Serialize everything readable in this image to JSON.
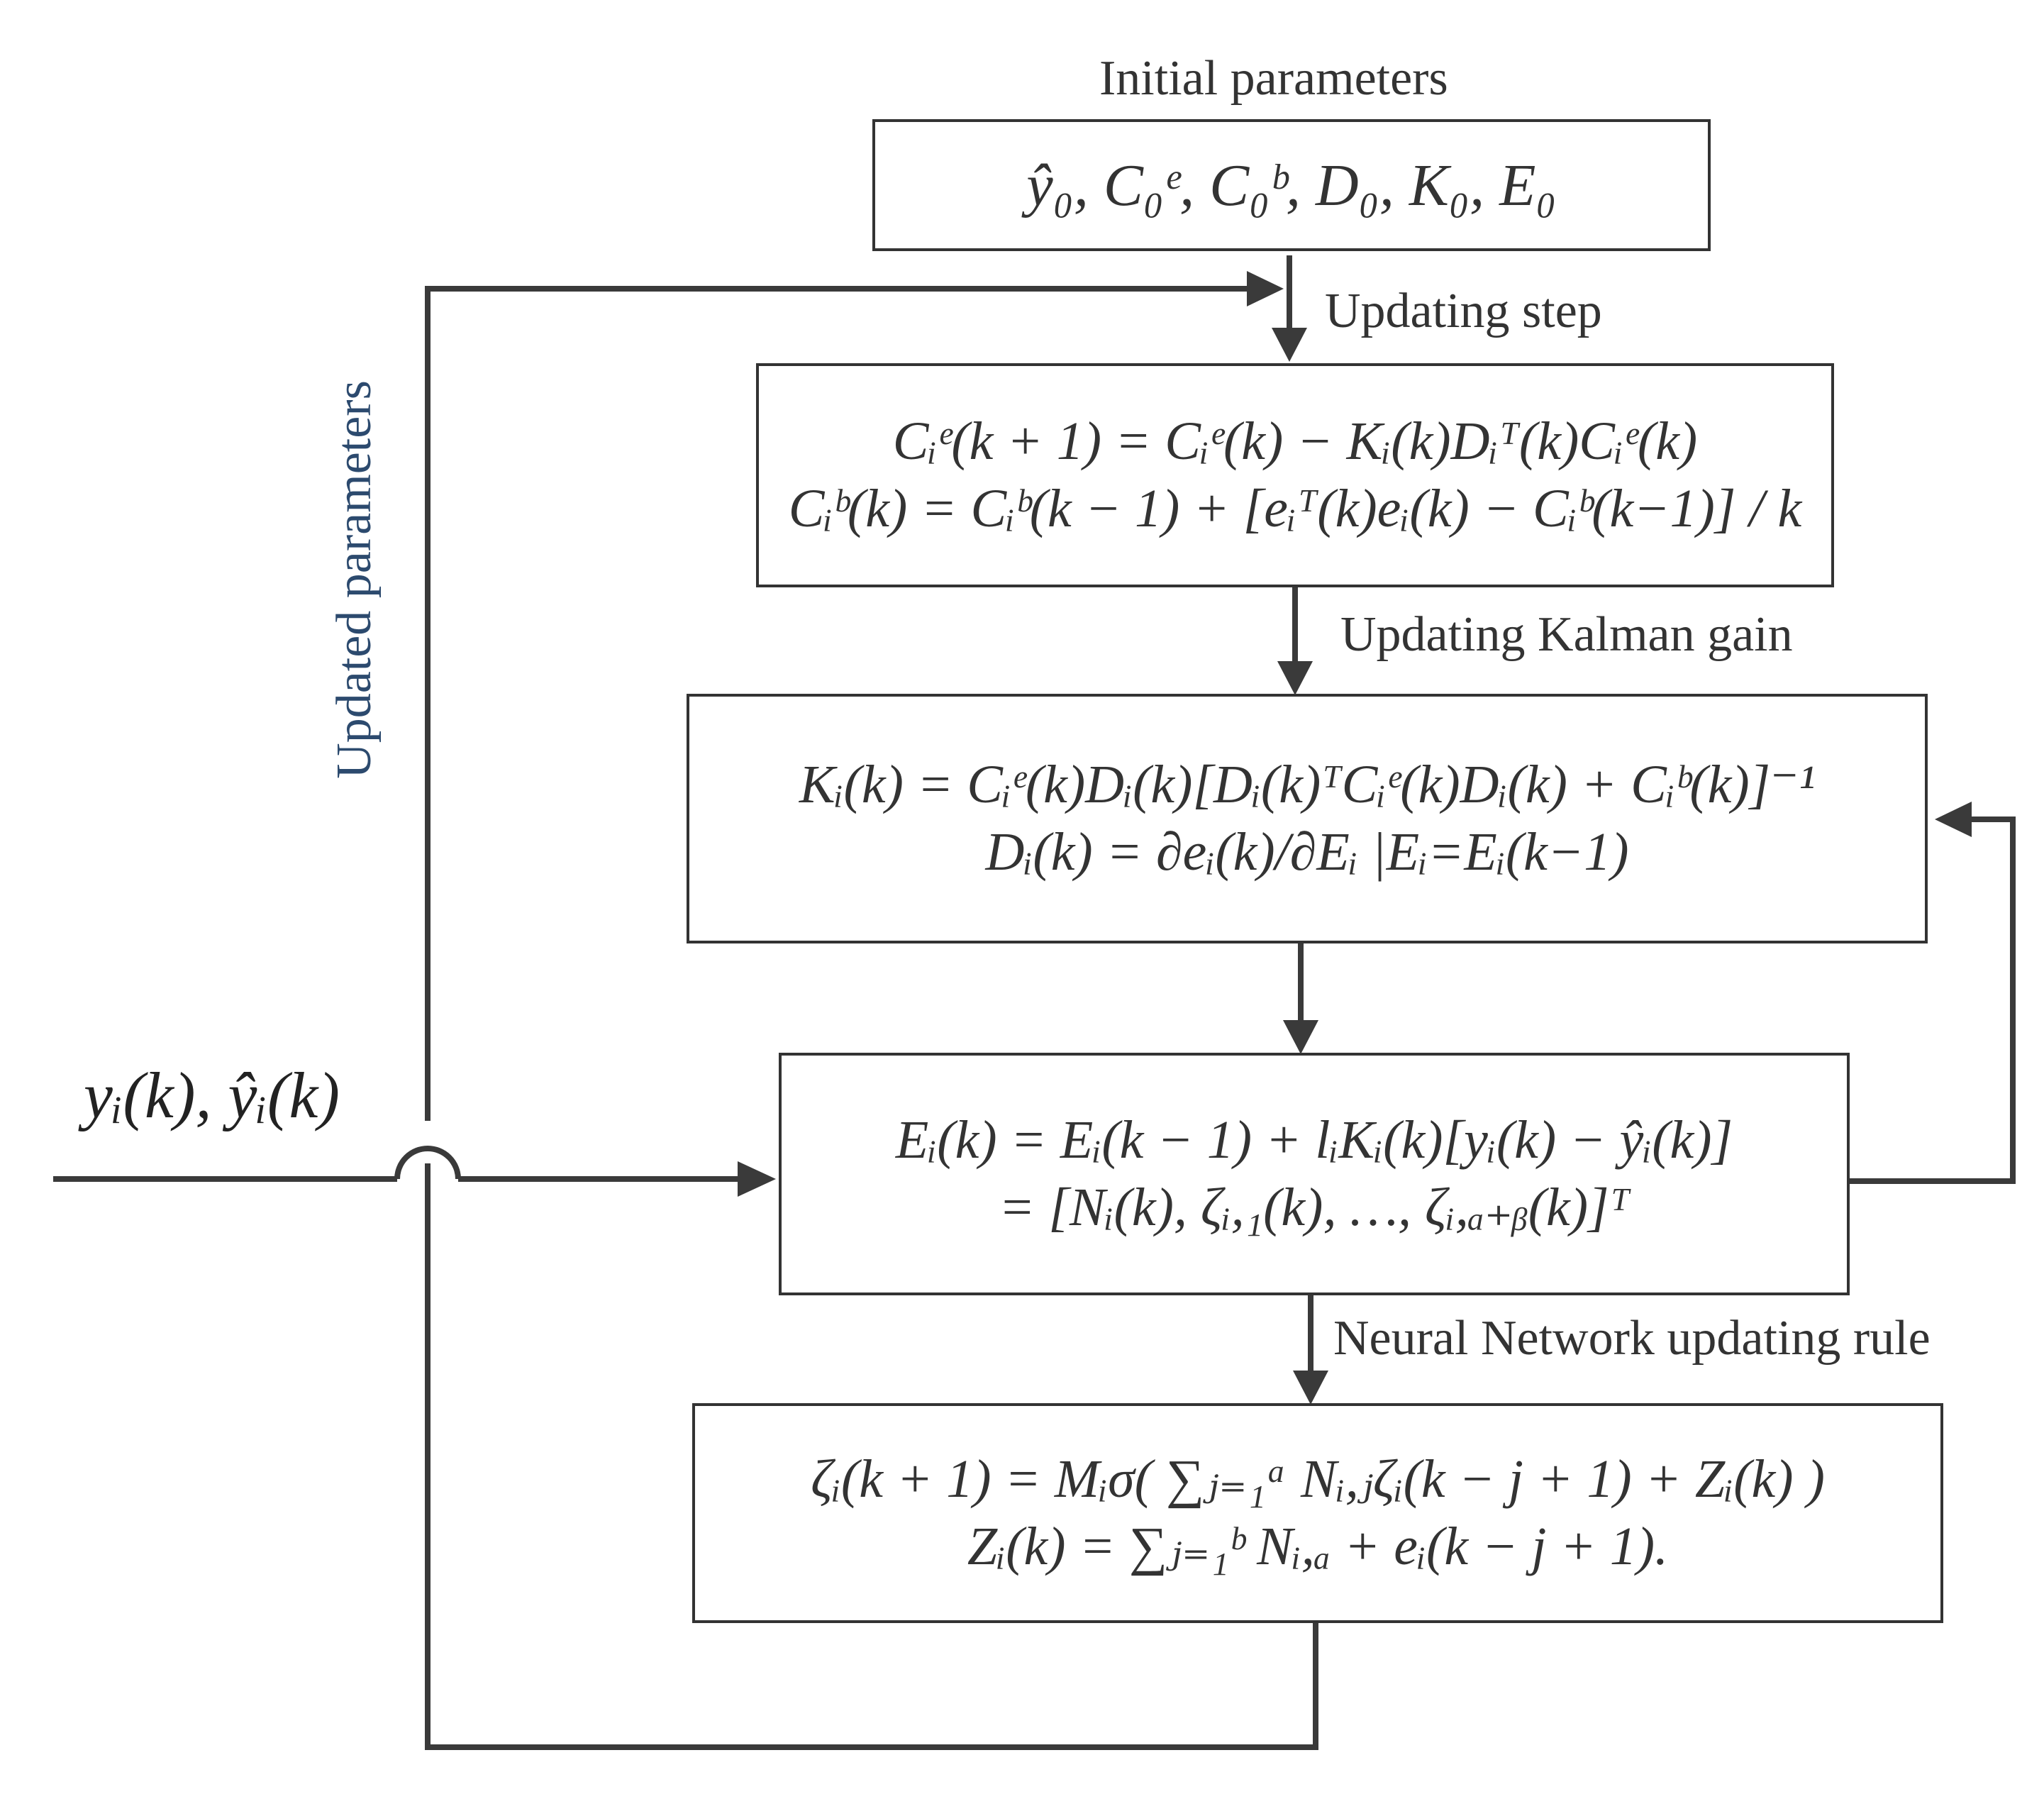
{
  "labels": {
    "initial": "Initial parameters",
    "updating_step": "Updating step",
    "updating_kalman": "Updating Kalman gain",
    "nn_rule": "Neural Network updating rule",
    "updated_params": "Updated parameters",
    "input_vars": "yᵢ(k), ŷᵢ(k)"
  },
  "boxes": {
    "initial": [
      "ŷ₀, C₀ᵉ, C₀ᵇ, D₀, K₀, E₀"
    ],
    "update": [
      "Cᵢᵉ(k + 1) = Cᵢᵉ(k) − Kᵢ(k)Dᵢᵀ(k)Cᵢᵉ(k)",
      "Cᵢᵇ(k) = Cᵢᵇ(k − 1) + [eᵢᵀ(k)eᵢ(k) − Cᵢᵇ(k−1)] / k"
    ],
    "kalman": [
      "Kᵢ(k) = Cᵢᵉ(k)Dᵢ(k)[Dᵢ(k)ᵀCᵢᵉ(k)Dᵢ(k) + Cᵢᵇ(k)]⁻¹",
      "Dᵢ(k) = ∂eᵢ(k)/∂Eᵢ |Eᵢ=Eᵢ(k−1)"
    ],
    "state": [
      "Eᵢ(k) = Eᵢ(k − 1) + lᵢKᵢ(k)[yᵢ(k) − ŷᵢ(k)]",
      "= [Nᵢ(k), ζᵢ,₁(k), …, ζᵢ,ₐ₊ᵦ(k)]ᵀ"
    ],
    "nn": [
      "ζᵢ(k + 1) = Mᵢσ( ∑ⱼ₌₁ᵃ Nᵢ,ⱼζᵢ(k − j + 1) + Zᵢ(k) )",
      "Zᵢ(k) = ∑ⱼ₌₁ᵇ Nᵢ,ₐ + eᵢ(k − j + 1)."
    ]
  },
  "colors": {
    "line": "#3a3a3a",
    "text": "#333333",
    "rotated_label": "#2c4a6e"
  }
}
